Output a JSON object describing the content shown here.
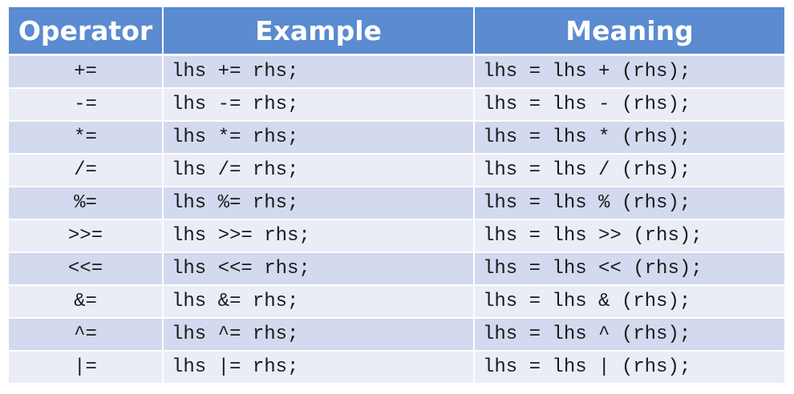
{
  "headers": {
    "operator": "Operator",
    "example": "Example",
    "meaning": "Meaning"
  },
  "rows": [
    {
      "operator": "+=",
      "example": "lhs += rhs;",
      "meaning": "lhs = lhs + (rhs);"
    },
    {
      "operator": "-=",
      "example": "lhs -= rhs;",
      "meaning": "lhs = lhs - (rhs);"
    },
    {
      "operator": "*=",
      "example": "lhs *= rhs;",
      "meaning": "lhs = lhs * (rhs);"
    },
    {
      "operator": "/=",
      "example": "lhs /= rhs;",
      "meaning": "lhs = lhs / (rhs);"
    },
    {
      "operator": "%=",
      "example": "lhs %= rhs;",
      "meaning": "lhs = lhs % (rhs);"
    },
    {
      "operator": ">>=",
      "example": "lhs >>= rhs;",
      "meaning": "lhs = lhs >> (rhs);"
    },
    {
      "operator": "<<=",
      "example": "lhs <<= rhs;",
      "meaning": "lhs = lhs << (rhs);"
    },
    {
      "operator": "&=",
      "example": "lhs &= rhs;",
      "meaning": "lhs = lhs & (rhs);"
    },
    {
      "operator": "^=",
      "example": "lhs ^= rhs;",
      "meaning": "lhs = lhs ^ (rhs);"
    },
    {
      "operator": "|=",
      "example": "lhs |= rhs;",
      "meaning": "lhs = lhs | (rhs);"
    }
  ],
  "colors": {
    "header_bg": "#5b8bd0",
    "row_odd": "#d3d9ee",
    "row_even": "#eaedf6"
  }
}
